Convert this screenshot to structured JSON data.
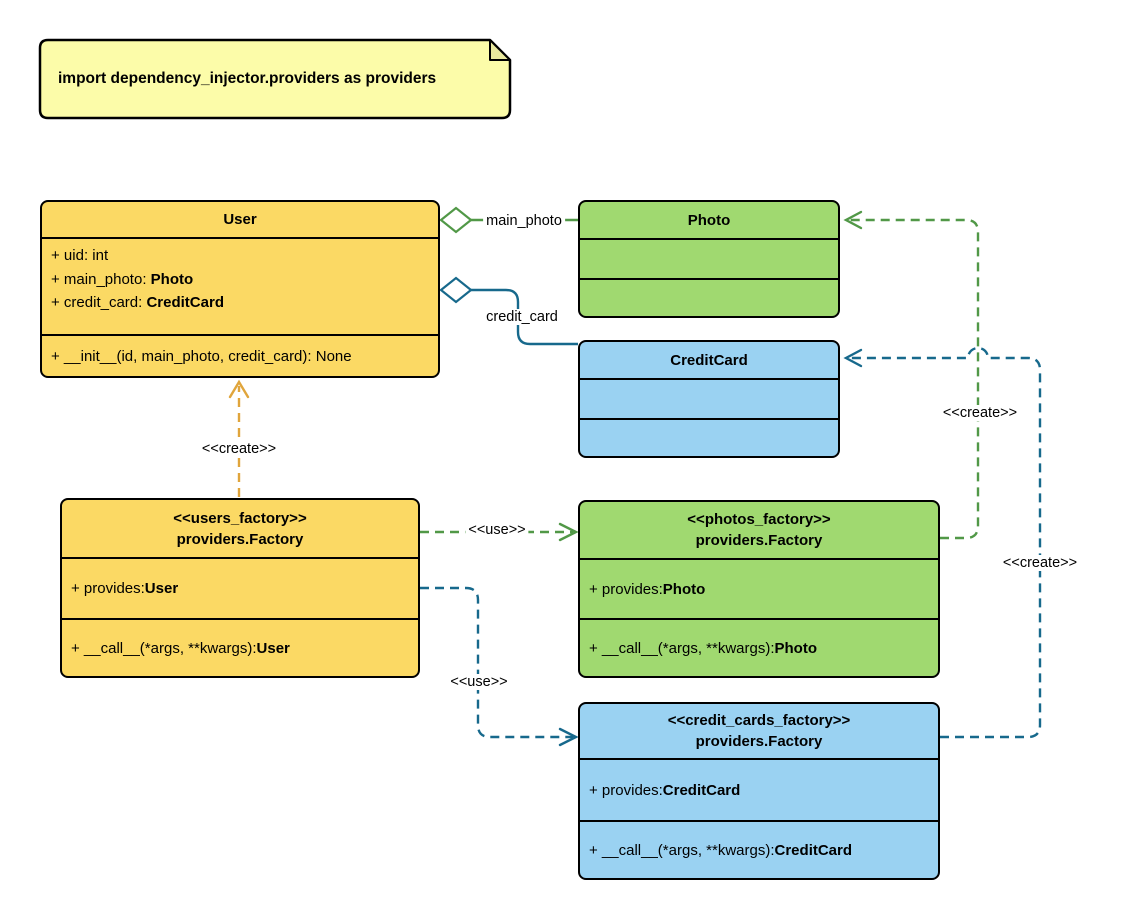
{
  "palette": {
    "yellow_fill": "#FBD964",
    "green_fill": "#A0D970",
    "blue_fill": "#9AD2F2",
    "note_fill": "#FCFCA9",
    "note_fold": "#E8E89E",
    "gold_line": "#E0A53C",
    "green_line": "#519847",
    "blue_line": "#17698C",
    "border": "#000000"
  },
  "note": {
    "text": "import dependency_injector.providers as providers"
  },
  "classes": {
    "user": {
      "title": "User",
      "attributes": [
        {
          "text": "+ uid: int",
          "type": ""
        },
        {
          "text": "+ main_photo: ",
          "type": "Photo"
        },
        {
          "text": "+ credit_card: ",
          "type": "CreditCard"
        }
      ],
      "methods": [
        {
          "text": "+ __init__(id, main_photo, credit_card): None",
          "type": ""
        }
      ]
    },
    "photo": {
      "title": "Photo"
    },
    "credit_card": {
      "title": "CreditCard"
    },
    "users_factory": {
      "stereotype": "<<users_factory>>",
      "title": "providers.Factory",
      "attributes": [
        {
          "text": "+ provides: ",
          "type": "User"
        }
      ],
      "methods": [
        {
          "text": "+ __call__(*args, **kwargs): ",
          "type": "User"
        }
      ]
    },
    "photos_factory": {
      "stereotype": "<<photos_factory>>",
      "title": "providers.Factory",
      "attributes": [
        {
          "text": "+ provides: ",
          "type": "Photo"
        }
      ],
      "methods": [
        {
          "text": "+ __call__(*args, **kwargs): ",
          "type": "Photo"
        }
      ]
    },
    "credit_cards_factory": {
      "stereotype": "<<credit_cards_factory>>",
      "title": "providers.Factory",
      "attributes": [
        {
          "text": "+ provides: ",
          "type": "CreditCard"
        }
      ],
      "methods": [
        {
          "text": "+ __call__(*args, **kwargs): ",
          "type": "CreditCard"
        }
      ]
    }
  },
  "edges": {
    "main_photo": {
      "label": "main_photo",
      "kind": "aggregation"
    },
    "credit_card": {
      "label": "credit_card",
      "kind": "aggregation"
    },
    "create_user": {
      "label": "<<create>>",
      "kind": "dependency"
    },
    "use_photos": {
      "label": "<<use>>",
      "kind": "dependency"
    },
    "use_credit_cards": {
      "label": "<<use>>",
      "kind": "dependency"
    },
    "create_photo": {
      "label": "<<create>>",
      "kind": "dependency"
    },
    "create_credit_card": {
      "label": "<<create>>",
      "kind": "dependency"
    }
  }
}
